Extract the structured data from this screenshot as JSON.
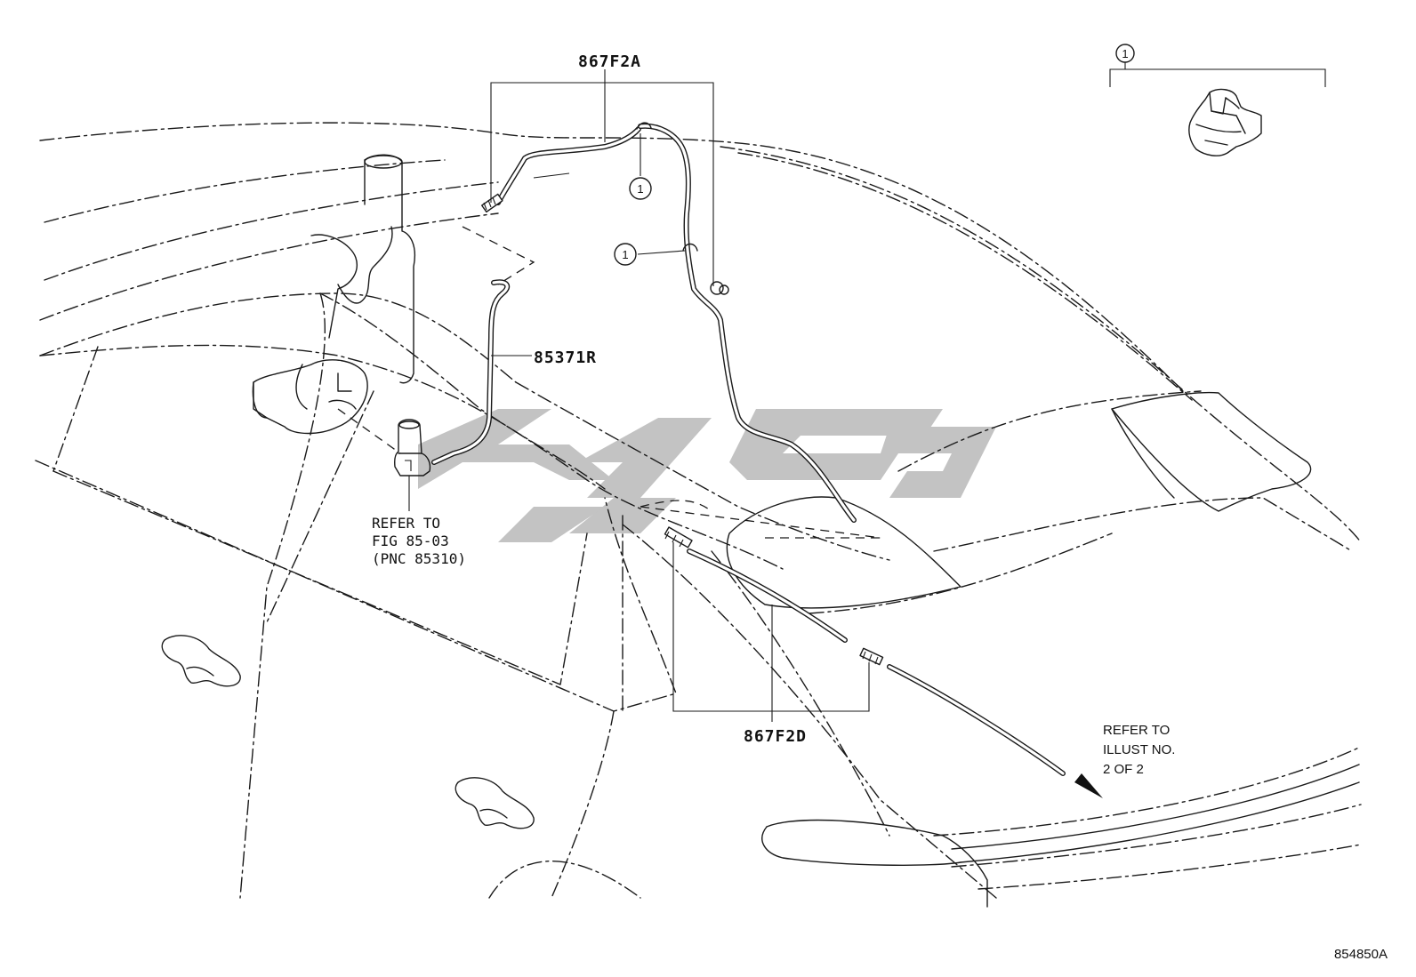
{
  "labels": {
    "hose_upper": "867F2A",
    "hose_lower": "867F2D",
    "pipe": "85371R",
    "figure_id": "854850A"
  },
  "notes": {
    "pump_ref": [
      "REFER TO",
      "FIG 85-03",
      "(PNC 85310)"
    ],
    "illust_ref": [
      "REFER TO",
      "ILLUST NO.",
      "2 OF 2"
    ]
  },
  "callouts": {
    "clip_marker": "1",
    "clip_upper": "1",
    "clip_lower": "1"
  }
}
